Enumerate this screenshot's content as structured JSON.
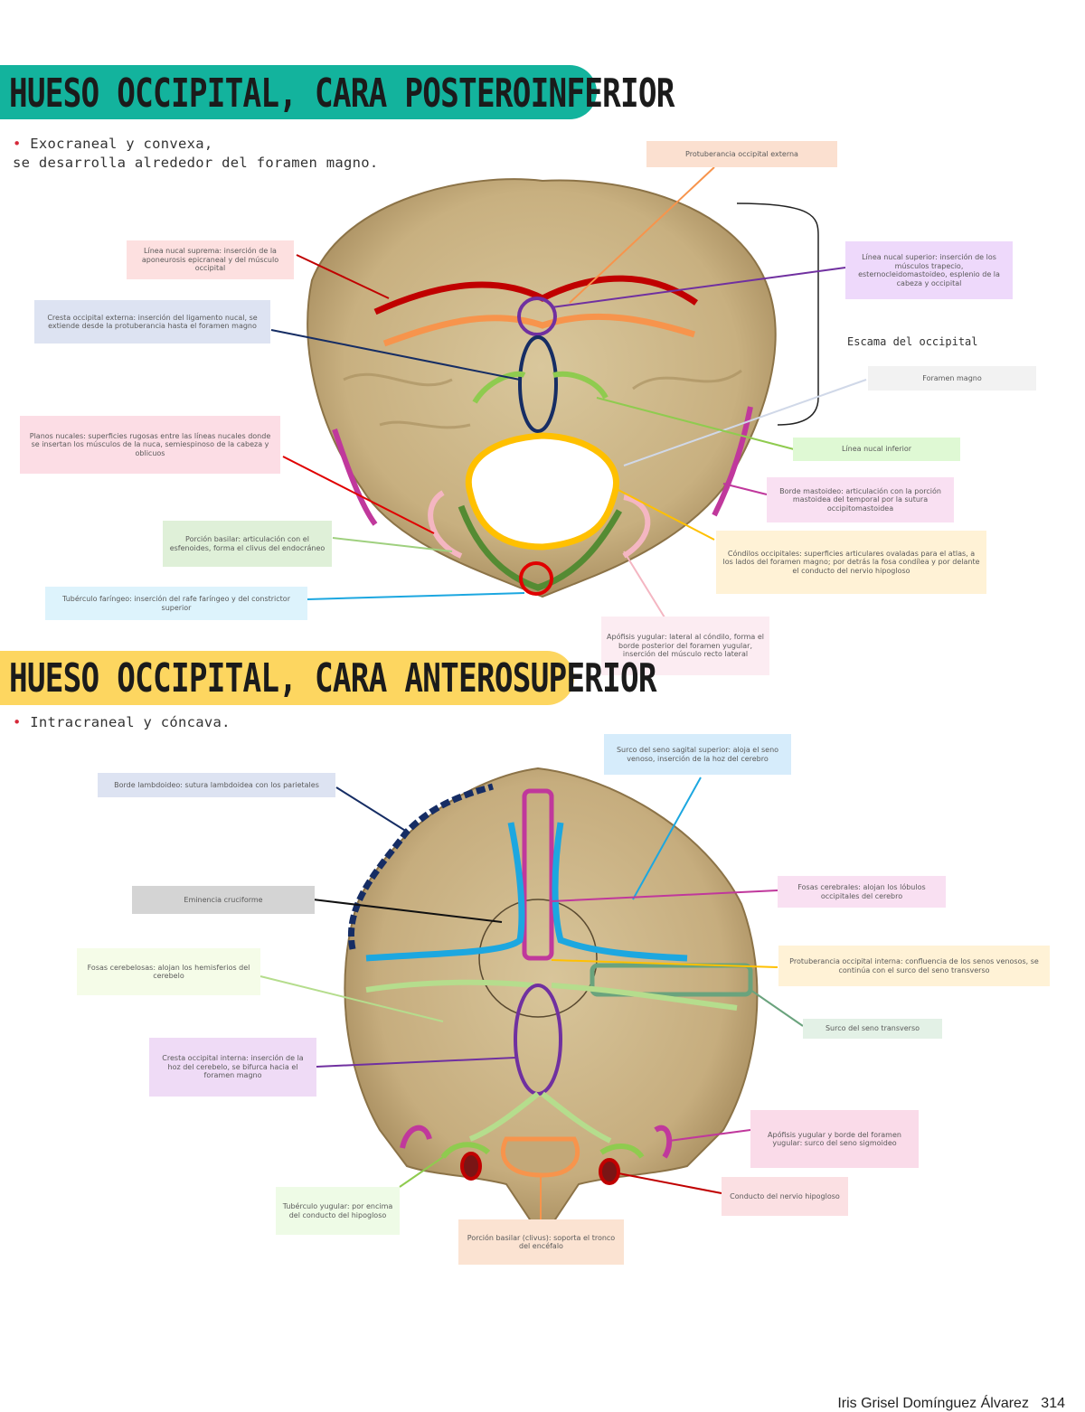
{
  "section1": {
    "title": "HUESO OCCIPITAL, CARA POSTEROINFERIOR",
    "intro_line1": "Exocraneal y convexa,",
    "intro_line2": "se desarrolla alrededor del foramen magno.",
    "scale_label": "Escama del occipital",
    "notes": [
      {
        "id": "n1",
        "color": "#fbe0d0",
        "text": "Protuberancia occipital externa"
      },
      {
        "id": "n2",
        "color": "#fde0e0",
        "text": "Línea nucal suprema: inserción de la aponeurosis epicraneal y del músculo occipital"
      },
      {
        "id": "n3",
        "color": "#eed9fb",
        "text": "Línea nucal superior: inserción de los músculos trapecio, esternocleidomastoideo, esplenio de la cabeza y occipital"
      },
      {
        "id": "n4",
        "color": "#dde3f2",
        "text": "Cresta occipital externa: inserción del ligamento nucal, se extiende desde la protuberancia hasta el foramen magno"
      },
      {
        "id": "n5",
        "color": "#f2f2f2",
        "text": "Foramen magno"
      },
      {
        "id": "n6",
        "color": "#dff9d4",
        "text": "Línea nucal inferior"
      },
      {
        "id": "n7",
        "color": "#fcdde5",
        "text": "Planos nucales: superficies rugosas entre las líneas nucales donde se insertan los músculos de la nuca, semiespinoso de la cabeza y oblicuos"
      },
      {
        "id": "n8",
        "color": "#f9e0f2",
        "text": "Borde mastoideo: articulación con la porción mastoidea del temporal por la sutura occipitomastoidea"
      },
      {
        "id": "n9",
        "color": "#dff0d8",
        "text": "Porción basilar: articulación con el esfenoides, forma el clivus del endocráneo"
      },
      {
        "id": "n10",
        "color": "#fff2d6",
        "text": "Cóndilos occipitales: superficies articulares ovaladas para el atlas, a los lados del foramen magno; por detrás la fosa condílea y por delante el conducto del nervio hipogloso"
      },
      {
        "id": "n11",
        "color": "#ddf3fc",
        "text": "Tubérculo faríngeo: inserción del rafe faríngeo y del constrictor superior"
      },
      {
        "id": "n12",
        "color": "#fcecf2",
        "text": "Apófisis yugular: lateral al cóndilo, forma el borde posterior del foramen yugular, inserción del músculo recto lateral"
      }
    ]
  },
  "section2": {
    "title": "HUESO OCCIPITAL, CARA ANTEROSUPERIOR",
    "intro_line1": "Intracraneal y cóncava.",
    "notes": [
      {
        "id": "m1",
        "color": "#d6ecfb",
        "text": "Surco del seno sagital superior: aloja el seno venoso, inserción de la hoz del cerebro"
      },
      {
        "id": "m2",
        "color": "#dde3f2",
        "text": "Borde lambdoideo: sutura lambdoidea con los parietales"
      },
      {
        "id": "m3",
        "color": "#f9e0f2",
        "text": "Fosas cerebrales: alojan los lóbulos occipitales del cerebro"
      },
      {
        "id": "m4",
        "color": "#d4d4d4",
        "text": "Eminencia cruciforme"
      },
      {
        "id": "m5",
        "color": "#fff2d6",
        "text": "Protuberancia occipital interna: confluencia de los senos venosos, se continúa con el surco del seno transverso"
      },
      {
        "id": "m6",
        "color": "#f5fce8",
        "text": "Fosas cerebelosas: alojan los hemisferios del cerebelo"
      },
      {
        "id": "m7",
        "color": "#e3f1e6",
        "text": "Surco del seno transverso"
      },
      {
        "id": "m8",
        "color": "#efdbf6",
        "text": "Cresta occipital interna: inserción de la hoz del cerebelo, se bifurca hacia el foramen magno"
      },
      {
        "id": "m9",
        "color": "#fadbe9",
        "text": "Apófisis yugular y borde del foramen yugular: surco del seno sigmoideo"
      },
      {
        "id": "m10",
        "color": "#fbe0e3",
        "text": "Conducto del nervio hipogloso"
      },
      {
        "id": "m11",
        "color": "#eefbe6",
        "text": "Tubérculo yugular: por encima del conducto del hipogloso"
      },
      {
        "id": "m12",
        "color": "#fbe3d2",
        "text": "Porción basilar (clivus): soporta el tronco del encéfalo"
      }
    ]
  },
  "footer": {
    "author": "Iris Grisel Domínguez Álvarez",
    "page": "314"
  },
  "colors": {
    "banner1": "#13b39d",
    "banner2": "#fdd660",
    "bone": "#cdb88c",
    "bone_dark": "#a58c5c"
  }
}
